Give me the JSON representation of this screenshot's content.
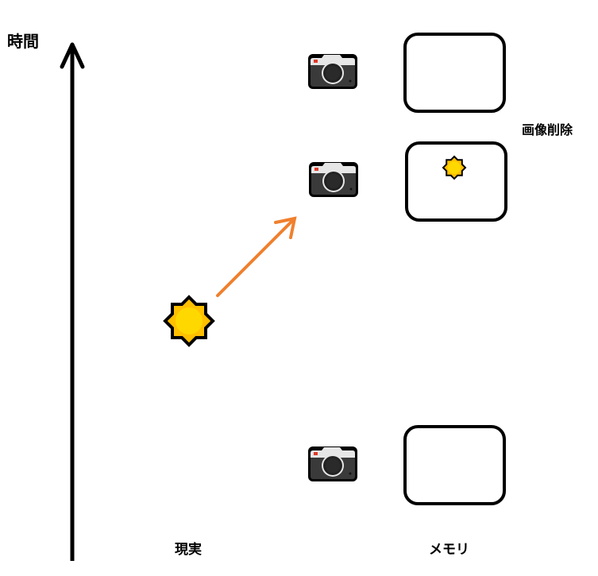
{
  "labels": {
    "time_axis": "時間",
    "delete_image": "画像削除",
    "reality": "現実",
    "memory": "メモリ"
  },
  "colors": {
    "arrow": "#f0802e",
    "star_fill": "#ffd800",
    "star_inner": "#ffc000",
    "camera_body": "#3a3a3a",
    "camera_top": "#e6e6e6",
    "camera_red": "#e03a2a"
  },
  "icons": [
    "camera-icon",
    "star-event-icon"
  ]
}
